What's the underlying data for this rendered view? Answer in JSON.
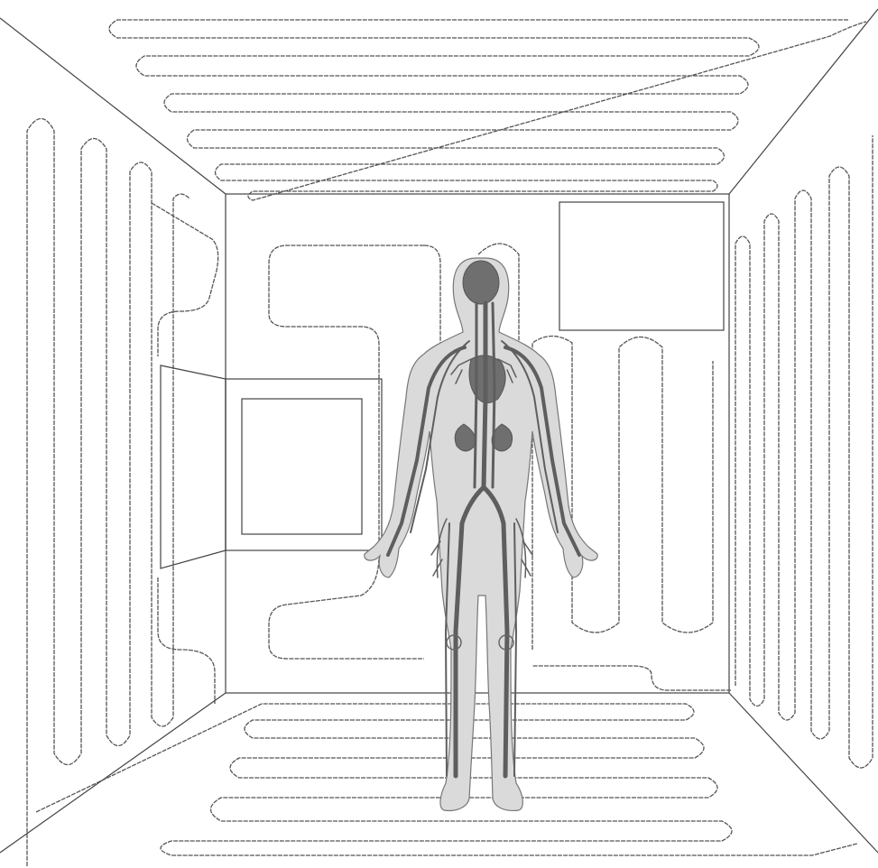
{
  "figure": {
    "subject": "human-circulatory-system-in-coil-heated-room",
    "colors": {
      "background": "#ffffff",
      "line": "#444444",
      "coil": "#555555",
      "skin": "#dadada",
      "vessel": "#5e5e5e",
      "organ": "#6f6f6f"
    },
    "parts": [
      "ceiling-coil",
      "floor-coil",
      "left-wall-coil",
      "right-wall-coil",
      "back-wall-coil",
      "door",
      "window",
      "human-figure"
    ]
  }
}
